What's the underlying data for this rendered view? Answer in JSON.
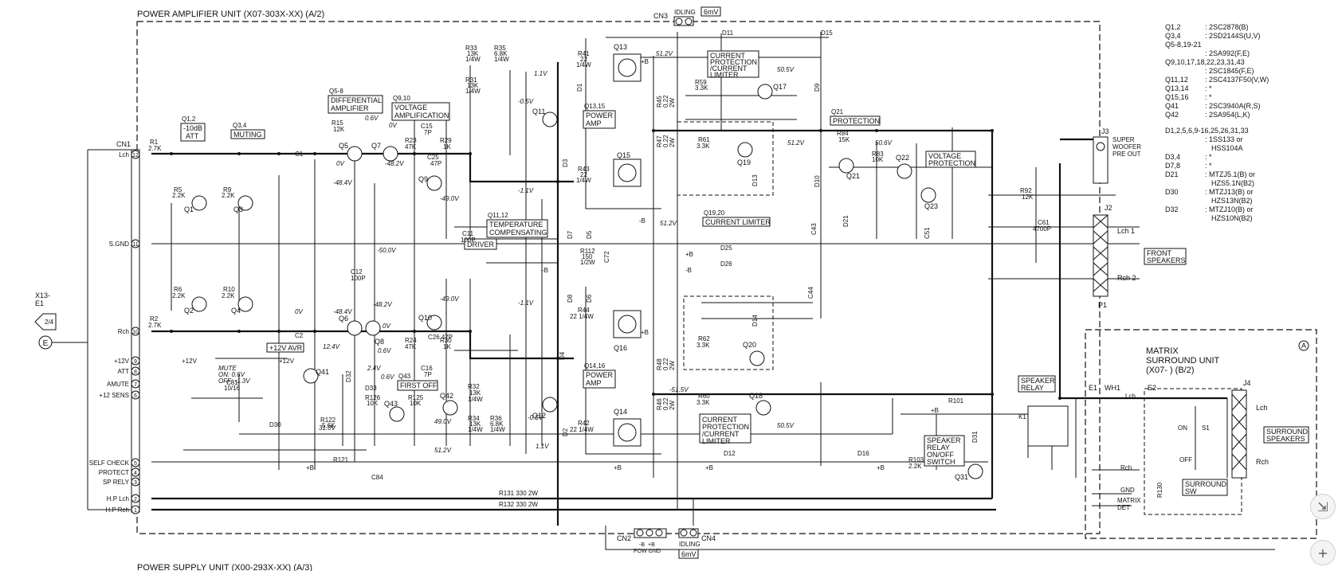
{
  "titles": {
    "power_amp": "POWER AMPLIFIER UNIT (X07-303X-XX) (A/2)",
    "power_supply": "POWER SUPPLY UNIT (X00-293X-XX) (A/3)",
    "matrix_line1": "MATRIX",
    "matrix_line2": "SURROUND UNIT",
    "matrix_line3": "(X07- ) (B/2)",
    "matrix_mark": "A"
  },
  "blocks": {
    "diff_amp_ref": "Q5-8",
    "diff_amp_1": "DIFFERENTIAL",
    "diff_amp_2": "AMPLIFIER",
    "volt_amp_ref": "Q9,10",
    "volt_amp_1": "VOLTAGE",
    "volt_amp_2": "AMPLIFICATION",
    "att_ref": "Q1,2",
    "att_1": "-10dB",
    "att_2": "ATT",
    "muting_ref": "Q3,4",
    "muting": "MUTING",
    "temp_ref": "Q11,12",
    "temp_1": "TEMPERATURE",
    "temp_2": "COMPENSATING",
    "driver": "DRIVER",
    "pa_top_ref": "Q13,15",
    "pa_top_1": "POWER",
    "pa_top_2": "AMP",
    "pa_bot_ref": "Q14,16",
    "pa_bot_1": "POWER",
    "pa_bot_2": "AMP",
    "cp_top_1": "CURRENT",
    "cp_top_2": "PROTECTION",
    "cp_top_3": "/CURRENT",
    "cp_top_4": "LIMITER",
    "cp_bot_1": "CURRENT",
    "cp_bot_2": "PROTECTION",
    "cp_bot_3": "/CURRENT",
    "cp_bot_4": "LIMITER",
    "cl_ref": "Q19,20",
    "cl": "CURRENT LIMITER",
    "prot_ref": "Q21",
    "prot": "PROTECTION",
    "vp_1": "VOLTAGE",
    "vp_2": "PROTECTION",
    "avr": "+12V AVR",
    "first_off_ref": "Q43",
    "first_off": "FIRST OFF",
    "sp_relay_1": "SPEAKER",
    "sp_relay_2": "RELAY",
    "sr_1": "SPEAKER",
    "sr_2": "RELAY",
    "sr_3": "ON/OFF",
    "sr_4": "SWITCH",
    "front_1": "FRONT",
    "front_2": "SPEAKERS",
    "sub_1": "SUPER",
    "sub_2": "WOOFER",
    "sub_3": "PRE OUT",
    "sur_sp_1": "SURROUND",
    "sur_sp_2": "SPEAKERS",
    "sur_sw_1": "SURROUND",
    "sur_sw_2": "SW"
  },
  "connectors": {
    "cn1": "CN1",
    "cn2": "CN2",
    "cn3": "CN3",
    "cn4": "CN4",
    "j2": "J2",
    "j3": "J3",
    "j4": "J4",
    "p1": "P1",
    "e1": "E1",
    "e2": "E2",
    "wh1": "WH1",
    "x13_1": "X13-",
    "x13_2": "E1",
    "x13_page": "2/4",
    "x13_e": "E",
    "idling": "IDLING",
    "idling2": "IDLING",
    "mv": "6mV",
    "mv2": "6mV",
    "cn2_pins": [
      "-B",
      "+B",
      "POW GND"
    ]
  },
  "cn1_pins": [
    {
      "label": "Lch",
      "num": "12"
    },
    {
      "label": "S.GND",
      "num": "11"
    },
    {
      "label": "Rch",
      "num": "10"
    },
    {
      "label": "+12V",
      "num": "9"
    },
    {
      "label": "ATT",
      "num": "8"
    },
    {
      "label": "AMUTE",
      "num": "7"
    },
    {
      "label": "+12 SENS",
      "num": "6"
    },
    {
      "label": "SELF CHECK",
      "num": "5"
    },
    {
      "label": "PROTECT",
      "num": "4"
    },
    {
      "label": "SP RELY",
      "num": "3"
    },
    {
      "label": "H.P Lch",
      "num": "2"
    },
    {
      "label": "H.P Rch",
      "num": "1"
    }
  ],
  "mute_note": {
    "l1": "MUTE",
    "l2": "ON: 0.6V",
    "l3": "OFF: -1.3V"
  },
  "parts_list": [
    {
      "ref": "Q1,2",
      "val": ": 2SC2878(B)"
    },
    {
      "ref": "Q3,4",
      "val": ": 2SD2144S(U,V)"
    },
    {
      "ref": "Q5-8,19-21",
      "val": ""
    },
    {
      "ref": "",
      "val": ": 2SA992(F,E)"
    },
    {
      "ref": "Q9,10,17,18,22,23,31,43",
      "val": ""
    },
    {
      "ref": "",
      "val": ": 2SC1845(F,E)"
    },
    {
      "ref": "Q11,12",
      "val": ": 2SC4137F50(V,W)"
    },
    {
      "ref": "Q13,14",
      "val": ": *"
    },
    {
      "ref": "Q15,16",
      "val": ": *"
    },
    {
      "ref": "Q41",
      "val": ": 2SC3940A(R,S)"
    },
    {
      "ref": "Q42",
      "val": ": 2SA954(L,K)"
    },
    {
      "ref": "D1,2,5,6,9-16,25,26,31,33",
      "val": ""
    },
    {
      "ref": "",
      "val": ": 1SS133 or"
    },
    {
      "ref": "",
      "val": "HSS104A"
    },
    {
      "ref": "D3,4",
      "val": ": *"
    },
    {
      "ref": "D7,8",
      "val": ": *"
    },
    {
      "ref": "D21",
      "val": ": MTZJ5.1(B) or"
    },
    {
      "ref": "",
      "val": "HZS5.1N(B2)"
    },
    {
      "ref": "D30",
      "val": ": MTZJ13(B) or"
    },
    {
      "ref": "",
      "val": "HZS13N(B2)"
    },
    {
      "ref": "D32",
      "val": ": MTZJ10(B) or"
    },
    {
      "ref": "",
      "val": "HZS10N(B2)"
    }
  ],
  "transistors": {
    "q1": "Q1",
    "q2": "Q2",
    "q3": "Q3",
    "q4": "Q4",
    "q5": "Q5",
    "q6": "Q6",
    "q7": "Q7",
    "q8": "Q8",
    "q9": "Q9",
    "q10": "Q10",
    "q11": "Q11",
    "q12": "Q12",
    "q13": "Q13",
    "q14": "Q14",
    "q15": "Q15",
    "q16": "Q16",
    "q17": "Q17",
    "q18": "Q18",
    "q19": "Q19",
    "q20": "Q20",
    "q21": "Q21",
    "q22": "Q22",
    "q23": "Q23",
    "q31": "Q31",
    "q41": "Q41",
    "q42": "Q42",
    "q43": "Q43"
  },
  "resistors": {
    "r1": "R1",
    "r1v": "2.7K",
    "r2": "R2",
    "r2v": "2.7K",
    "r5": "R5",
    "r5v": "2.2K",
    "r9": "R9",
    "r9v": "2.2K",
    "r6": "R6",
    "r6v": "2.2K",
    "r10": "R10",
    "r10v": "2.2K",
    "r15": "R15",
    "r15v": "12K",
    "r23": "R23",
    "r23v": "47K",
    "r29": "R29",
    "r29v": "1K",
    "r24": "R24",
    "r24v": "47K",
    "r30": "R30",
    "r30v": "1K",
    "r33": "R33",
    "r33v": "13K",
    "r33w": "1/4W",
    "r35": "R35",
    "r35v": "6.8K",
    "r35w": "1/4W",
    "r31": "R31",
    "r31v": "13K",
    "r31w": "1/4W",
    "r41": "R41",
    "r41v": "22",
    "r41w": "1/4W",
    "r43": "R43",
    "r43v": "22",
    "r43w": "1/4W",
    "r44": "R44",
    "r44v": "22 1/4W",
    "r42": "R42",
    "r42v": "22 1/4W",
    "r32": "R32",
    "r32v": "13K",
    "r32w": "1/4W",
    "r34": "R34",
    "r34v": "13K",
    "r34w": "1/4W",
    "r36": "R36",
    "r36v": "6.8K",
    "r36w": "1/4W",
    "r45": "R45",
    "r45v": "0.22",
    "r45w": "2W",
    "r47": "R47",
    "r47v": "0.22",
    "r47w": "2W",
    "r48": "R48",
    "r48v": "0.22",
    "r48w": "2W",
    "r46": "R46",
    "r46v": "0.22",
    "r46w": "2W",
    "r59": "R59",
    "r59v": "3.3K",
    "r61": "R61",
    "r61v": "3.3K",
    "r62": "R62",
    "r62v": "3.3K",
    "r60": "R60",
    "r60v": "3.3K",
    "r84": "R84",
    "r84v": "15K",
    "r83": "R83",
    "r83v": "10K",
    "r112": "R112",
    "r112v": "150",
    "r112w": "1/2W",
    "r92": "R92",
    "r92v": "12K",
    "r101": "R101",
    "r103": "R103",
    "r103v": "2.2K",
    "r125": "R125",
    "r125v": "10K",
    "r126": "R126",
    "r126v": "10K",
    "r122": "R122",
    "r122v": "5.6K",
    "r121": "R121",
    "r131": "R131 330 2W",
    "r132": "R132 330 2W",
    "r130": "R130"
  },
  "caps": {
    "c1": "C1",
    "c2": "C2",
    "c11": "C11",
    "c11v": "100P",
    "c12": "C12",
    "c12v": "100P",
    "c15": "C15",
    "c15v": "7P",
    "c16": "C16",
    "c16v": "7P",
    "c25": "C25",
    "c25v": "47P",
    "c26": "C26 47P",
    "c43": "C43",
    "c44": "C44",
    "c51": "C51",
    "c61": "C61",
    "c61v": "4700P",
    "c72": "C72",
    "c81": "C81",
    "c81v": "10/16",
    "c84": "C84"
  },
  "diodes": {
    "d1": "D1",
    "d2": "D2",
    "d3": "D3",
    "d4": "D4",
    "d5": "D5",
    "d6": "D6",
    "d7": "D7",
    "d8": "D8",
    "d9": "D9",
    "d10": "D10",
    "d11": "D11",
    "d12": "D12",
    "d13": "D13",
    "d14": "D14",
    "d15": "D15",
    "d16": "D16",
    "d21": "D21",
    "d25": "D25",
    "d26": "D26",
    "d30": "D30",
    "d31": "D31",
    "d32": "D32",
    "d33": "D33"
  },
  "voltages": {
    "v06a": "0.6V",
    "v0a": "0V",
    "v0b": "0V",
    "v0c": "0V",
    "v0d": "0V",
    "v484a": "-48.4V",
    "v482a": "-48.2V",
    "v490a": "-49.0V",
    "v500": "-50.0V",
    "v484b": "-48.4V",
    "v482b": "-48.2V",
    "v490b": "-49.0V",
    "v11a": "1.1V",
    "v05a": "-0.5V",
    "v11b": "-1.1V",
    "v11c": "-1.1V",
    "v05b": "-0.5V",
    "v11d": "1.1V",
    "v512a": "51.2V",
    "v512b": "51.2V",
    "v505a": "50.5V",
    "v512c": "51.2V",
    "v506": "50.6V",
    "v515": "-51.5V",
    "v505b": "50.5V",
    "v124": "12.4V",
    "v24": "2.4V",
    "v06b": "0.6V",
    "v06c": "0.6V",
    "v490c": "49.0V",
    "v512d": "51.2V",
    "v310": "31.0V"
  },
  "rails": {
    "pb": "+B",
    "mb": "-B",
    "p12": "+12V",
    "lch": "Lch",
    "rch": "Rch",
    "lch1": "Lch 1",
    "rch2": "Rch 2",
    "gnd": "GND",
    "mdet1": "MATRIX",
    "mdet2": "DET",
    "on": "ON",
    "off": "OFF",
    "s1": "S1",
    "k1": "K1",
    "sgnd": "S.GND"
  }
}
